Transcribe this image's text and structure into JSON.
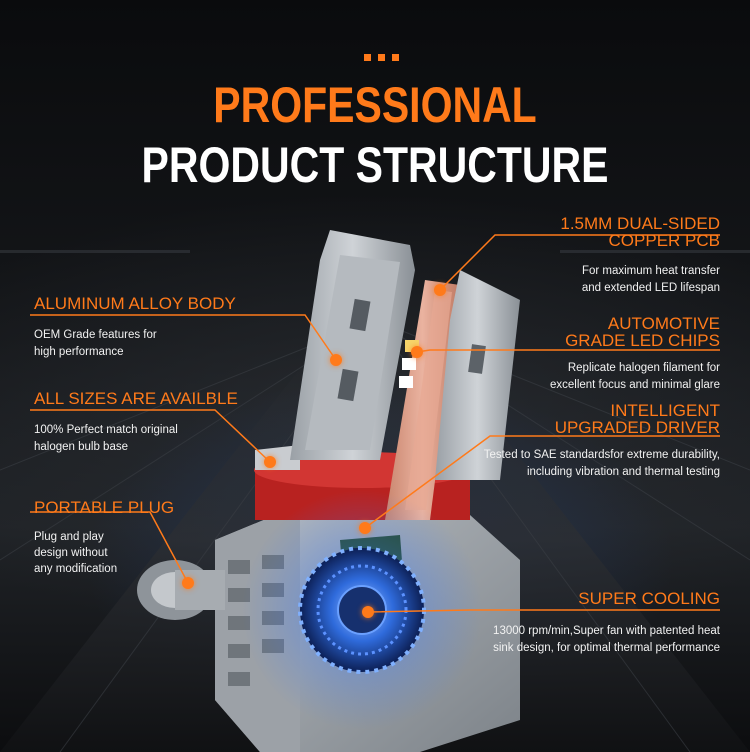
{
  "header": {
    "title_line1": "PROFESSIONAL",
    "title_line2": "PRODUCT STRUCTURE"
  },
  "features": {
    "pcb": {
      "title_line1": "1.5MM DUAL-SIDED",
      "title_line2": "COPPER PCB",
      "desc_line1": "For maximum heat transfer",
      "desc_line2": "and extended LED lifespan"
    },
    "body": {
      "title": "ALUMINUM ALLOY BODY",
      "desc_line1": "OEM Grade features for",
      "desc_line2": "high performance"
    },
    "chips": {
      "title_line1": "AUTOMOTIVE",
      "title_line2": "GRADE LED CHIPS",
      "desc_line1": "Replicate halogen filament for",
      "desc_line2": "excellent focus and minimal glare"
    },
    "sizes": {
      "title": "ALL SIZES ARE AVAILBLE",
      "desc_line1": "100% Perfect match original",
      "desc_line2": "halogen bulb base"
    },
    "driver": {
      "title_line1": "INTELLIGENT",
      "title_line2": "UPGRADED DRIVER",
      "desc_line1": "Tested to SAE standardsfor extreme durability,",
      "desc_line2": "including vibration and thermal testing"
    },
    "plug": {
      "title": "PORTABLE PLUG",
      "desc_line1": "Plug and play",
      "desc_line2": "design without",
      "desc_line3": "any modification"
    },
    "cooling": {
      "title": "SUPER COOLING",
      "desc_line1": "13000 rpm/min,Super fan with patented heat",
      "desc_line2": "sink design, for optimal  thermal performance"
    }
  },
  "colors": {
    "accent": "#ff7a1a",
    "text": "#ffffff",
    "background": "#0b0c0e",
    "copper": "#e4a08c",
    "fan_glow": "#2a6cff"
  }
}
